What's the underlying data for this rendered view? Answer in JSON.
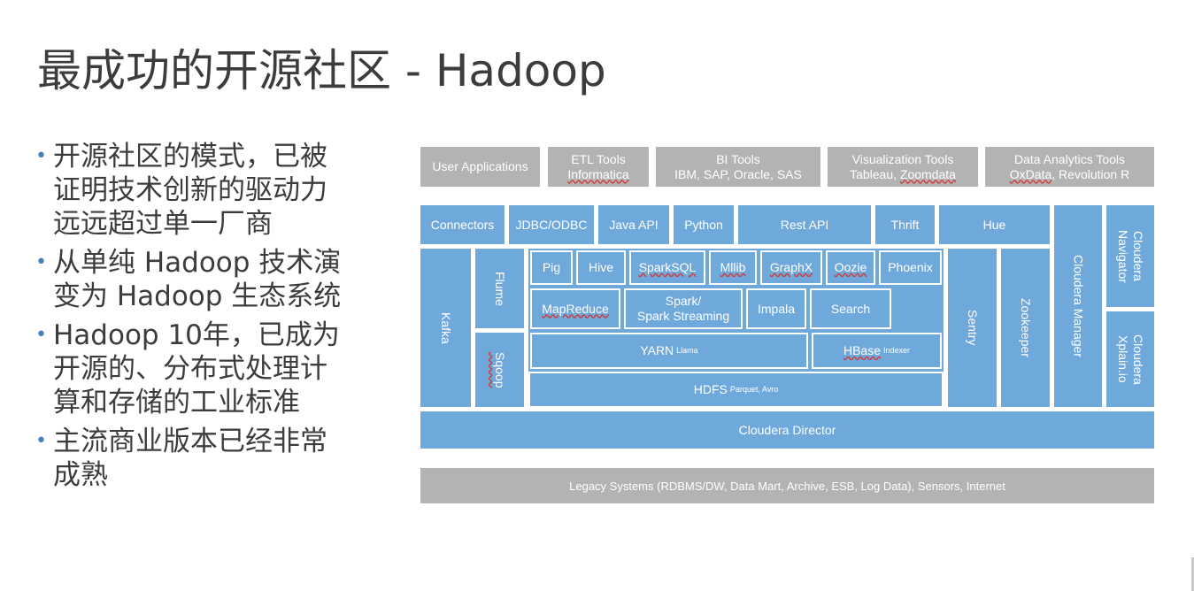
{
  "title": "最成功的开源社区 - Hadoop",
  "bullets": [
    "开源社区的模式，已被证明技术创新的驱动力远远超过单一厂商",
    "从单纯 Hadoop 技术演变为 Hadoop 生态系统",
    "Hadoop 10年，已成为开源的、分布式处理计算和存储的工业标准",
    "主流商业版本已经非常成熟"
  ],
  "bullet_lines": [
    [
      "开源社区的模式，已被",
      "证明技术创新的驱动力",
      "远远超过单一厂商"
    ],
    [
      "从单纯 Hadoop 技术演",
      "变为 Hadoop 生态系统"
    ],
    [
      "Hadoop 10年，已成为",
      "开源的、分布式处理计",
      "算和存储的工业标准"
    ],
    [
      "主流商业版本已经非常",
      "成熟"
    ]
  ],
  "bullet_marker": "•",
  "diagram": {
    "top": {
      "user_applications": "User Applications",
      "etl_tools": "ETL Tools",
      "informatica": "Informatica",
      "bi_tools": "BI Tools",
      "bi_vendors": "IBM, SAP, Oracle, SAS",
      "visualization_tools": "Visualization Tools",
      "visualization_vendors_prefix": "Tableau, ",
      "zoomdata": "Zoomdata",
      "data_analytics_tools": "Data Analytics Tools",
      "oxdata": "OxData",
      "revolution": ", Revolution R"
    },
    "access": {
      "connectors": "Connectors",
      "jdbc_odbc": "JDBC/ODBC",
      "java_api": "Java API",
      "python": "Python",
      "rest_api": "Rest API",
      "thrift": "Thrift",
      "hue": "Hue"
    },
    "components": {
      "kafka": "Kafka",
      "flume": "Flume",
      "sqoop": "Sqoop",
      "pig": "Pig",
      "hive": "Hive",
      "sparksql": "SparkSQL",
      "mllib": "Mllib",
      "graphx": "GraphX",
      "oozie": "Oozie",
      "phoenix": "Phoenix",
      "mapreduce": "MapReduce",
      "spark_line1": "Spark/",
      "spark_line2": "Spark Streaming",
      "impala": "Impala",
      "search": "Search",
      "yarn": "YARN",
      "llama": "Llama",
      "hbase": "HBase",
      "indexer": "Indexer",
      "hdfs": "HDFS",
      "hdfs_formats": "Parquet, Avro",
      "sentry": "Sentry",
      "zookeeper": "Zookeeper",
      "cloudera_manager": "Cloudera Manager",
      "cloudera_navigator": "Cloudera Navigator",
      "cloudera_xplain": "Cloudera Xplain.io",
      "cloudera_director": "Cloudera Director"
    },
    "legacy": "Legacy Systems (RDBMS/DW, Data Mart, Archive, ESB, Log Data), Sensors, Internet"
  },
  "colors": {
    "blue_box": "#6fa9dc",
    "gray_box": "#b3b3b3",
    "text": "#3c3c3c",
    "bullet": "#4a7fbf"
  }
}
